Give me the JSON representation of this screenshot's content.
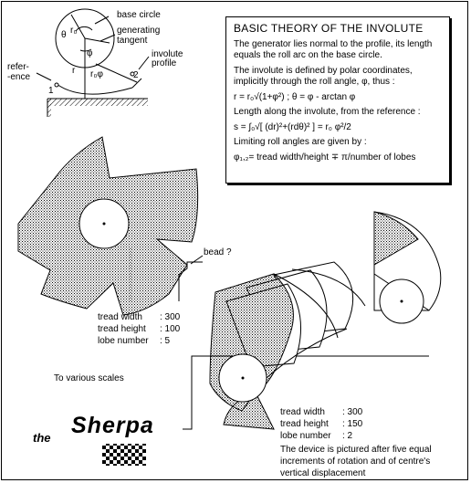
{
  "diagram": {
    "labels": {
      "base_circle": "base circle",
      "generating_tangent_1": "generating",
      "generating_tangent_2": "tangent",
      "involute_profile_1": "involute",
      "involute_profile_2": "profile",
      "reference_1": "refer-",
      "reference_2": "-ence",
      "theta": "θ",
      "phi": "φ",
      "r0": "r₀",
      "r": "r",
      "r0phi": "r₀φ",
      "point1": "1",
      "point2": "2",
      "bead": "bead ?"
    }
  },
  "theory": {
    "title": "BASIC THEORY OF THE INVOLUTE",
    "p1": "The generator lies normal to the profile, its length equals the roll arc on the base circle.",
    "p2": "The involute is defined by polar coordinates, implicitly through the roll angle, φ, thus :",
    "eq1": "r = r₀√(1+φ²)  ;     θ = φ - arctan φ",
    "p3": "Length along the involute, from the reference :",
    "eq2": "s = ∫₀√[ (dr)²+(rdθ)² ] = r₀ φ²/2",
    "p4": "Limiting roll angles are given by :",
    "eq3": "φ₁,₂= tread width/height ∓ π/number of lobes"
  },
  "spec_small": {
    "rows": [
      {
        "k": "tread width",
        "v": ": 300"
      },
      {
        "k": "tread height",
        "v": ": 100"
      },
      {
        "k": "lobe number",
        "v": ":    5"
      }
    ]
  },
  "spec_large": {
    "rows": [
      {
        "k": "tread width",
        "v": ": 300"
      },
      {
        "k": "tread height",
        "v": ": 150"
      },
      {
        "k": "lobe number",
        "v": ":    2"
      }
    ],
    "note": "The device is pictured after five equal increments of rotation and of centre's vertical displacement"
  },
  "scales": "To various scales",
  "logo": {
    "the": "the",
    "name": "Sherpa"
  },
  "colors": {
    "ink": "#000000",
    "paper": "#ffffff"
  }
}
